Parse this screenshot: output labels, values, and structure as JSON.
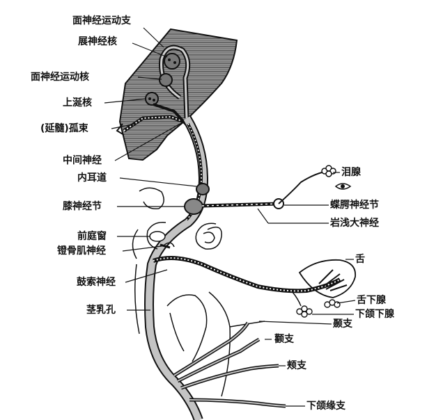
{
  "labels": {
    "facial_motor_branch": "面神经运动支",
    "abducens_nucleus": "展神经核",
    "facial_motor_nucleus": "面神经运动核",
    "superior_salivatory_nucleus": "上涎核",
    "solitary_tract": "(延髓)孤束",
    "intermediate_nerve": "中间神经",
    "internal_acoustic_meatus": "内耳道",
    "geniculate_ganglion": "膝神经节",
    "vestibular_window": "前庭窗",
    "stapedius_nerve": "镫骨肌神经",
    "chorda_tympani": "鼓索神经",
    "stylomastoid_foramen": "茎乳孔",
    "lacrimal_gland": "泪腺",
    "pterygopalatine_ganglion": "蝶腭神经节",
    "greater_petrosal_nerve": "岩浅大神经",
    "tongue": "舌",
    "sublingual_gland": "舌下腺",
    "submandibular_gland": "下颌下腺",
    "temporal_branch": "颞支",
    "zygomatic_branch": "颧支",
    "buccal_branch": "颊支",
    "marginal_mandibular_branch": "下颌缘支"
  },
  "colors": {
    "ink": "#111111",
    "brainstem_fill": "#8a8a8a",
    "nerve_fill": "#bdbdbd",
    "dotted_fiber": "#ffffff"
  }
}
